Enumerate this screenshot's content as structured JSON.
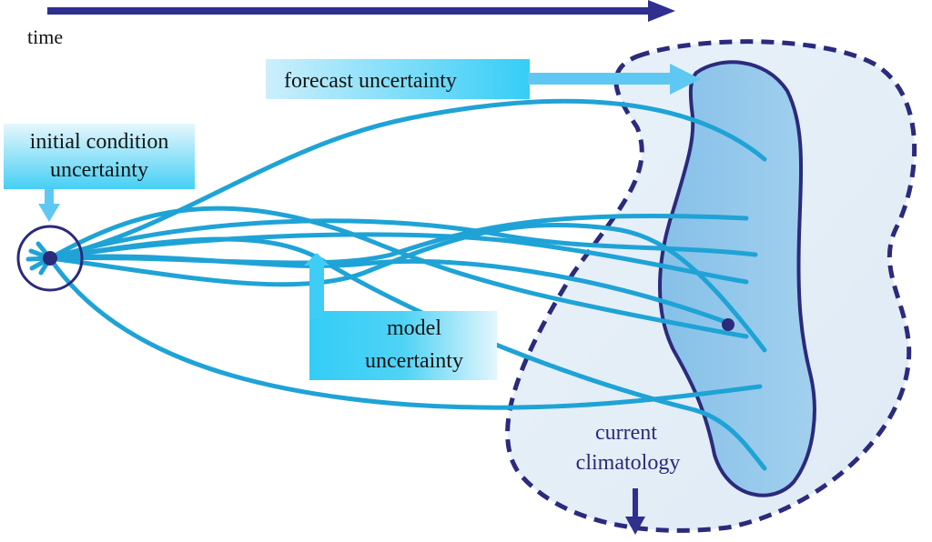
{
  "diagram": {
    "time_axis": {
      "label": "time"
    },
    "labels": {
      "forecast": "forecast uncertainty",
      "initial_line1": "initial condition",
      "initial_line2": "uncertainty",
      "model_line1": "model",
      "model_line2": "uncertainty",
      "climatology_line1": "current",
      "climatology_line2": "climatology"
    },
    "colors": {
      "dark_navy": "#2b2a7c",
      "trajectory": "#1fa3d6",
      "label_box": "#3fd0f5",
      "label_box_light": "#d8f4fd",
      "forecast_region": "#8ec5ea",
      "climatology_region": "#e6f0f8"
    },
    "trajectory_count": 9
  }
}
